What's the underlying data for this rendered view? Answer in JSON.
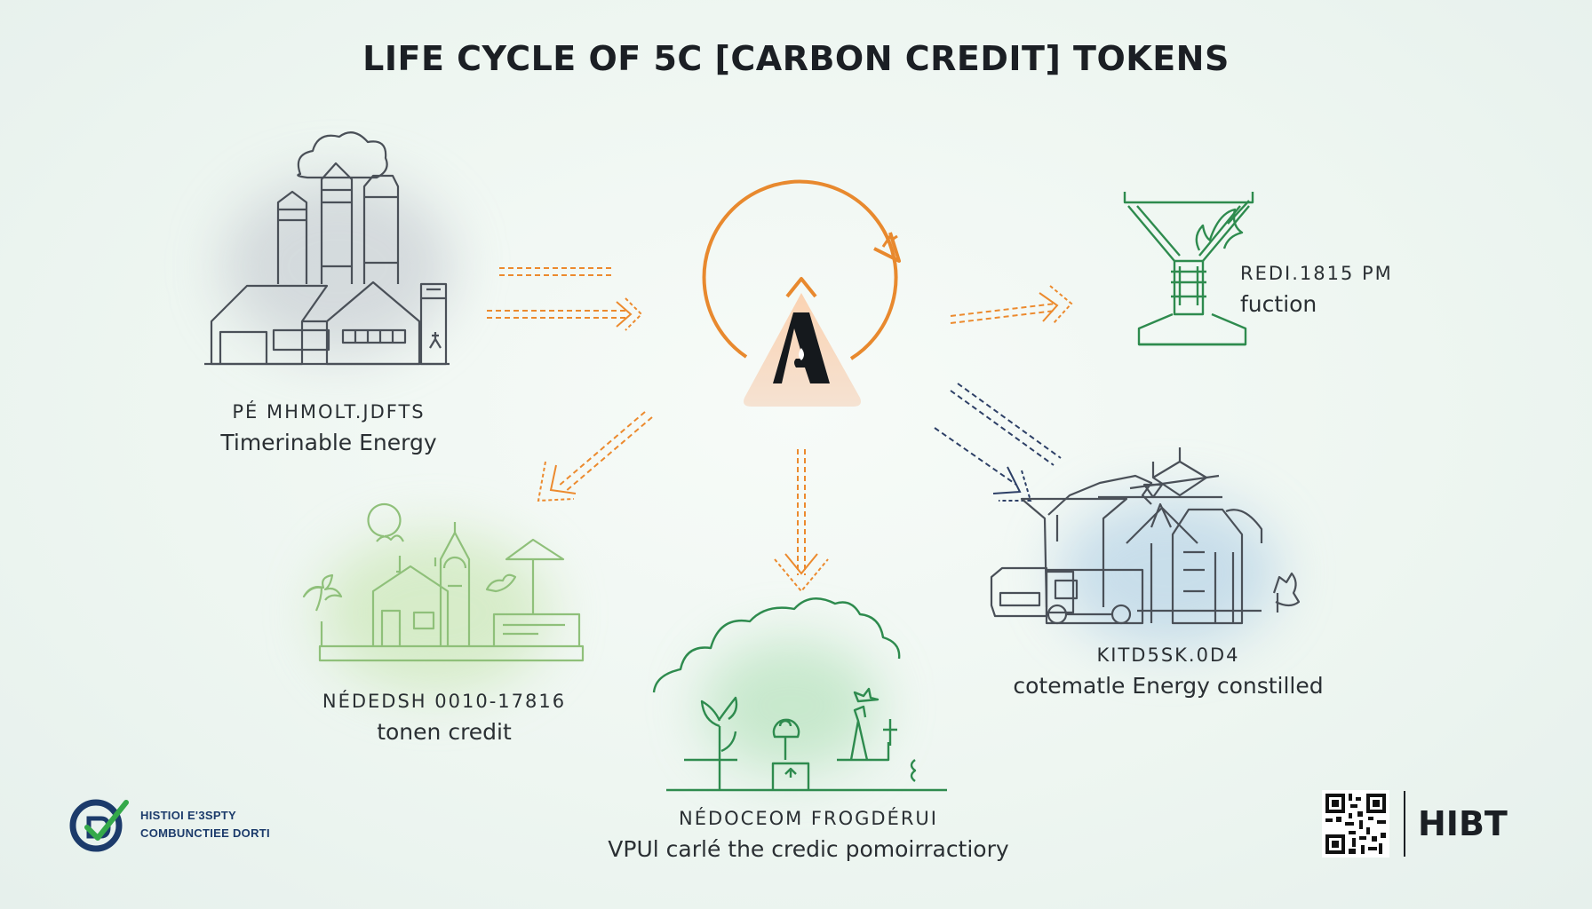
{
  "title": "LIFE CYCLE OF 5C [CARBON CREDIT] TOKENS",
  "nodes": {
    "factory": {
      "code": "PÉ MHMOLT.JDFTS",
      "desc": "Timerinable Energy"
    },
    "project": {
      "code": "REDI.1815 PM",
      "desc": "fuction"
    },
    "town": {
      "code": "NÉDEDSH 0010-17816",
      "desc": "tonen credit"
    },
    "nature": {
      "code": "NÉDOCEOM FROGDÉRUI",
      "desc": "VPUl carlé the credic pomoirractiory"
    },
    "industry": {
      "code": "KITD5SK.0D4",
      "desc": "cotematle Energy constilled"
    }
  },
  "footer": {
    "org_line1": "HISTIOI E'3SPTY",
    "org_line2": "COMBUNCTIEE DORTI",
    "brand": "HIBT"
  },
  "colors": {
    "arrow_orange": "#ec8a2e",
    "arrow_navy": "#2d3f66",
    "green": "#2e8b4e",
    "light_green": "#8fc07a",
    "gray": "#4a5058"
  }
}
